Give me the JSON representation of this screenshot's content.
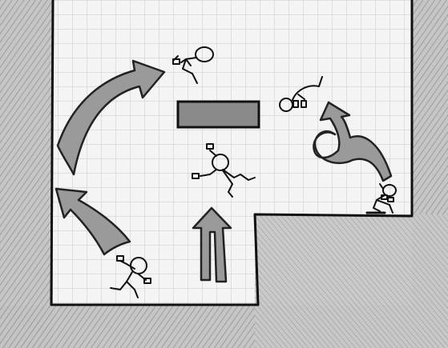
{
  "figure": {
    "kind": "hand-drawn level sketch on graph paper",
    "colors": {
      "paper": "#f4f4f4",
      "grid": "#c9c9c9",
      "ink": "#111111",
      "hatch_fill": "#bdbdbd",
      "platform_fill": "#8a8a8a",
      "arrow_fill": "#9a9a9a"
    },
    "elements": [
      "left-wall",
      "right-wall",
      "floor",
      "raised-ledge",
      "floating-platform",
      "jump-arrow-left-upper",
      "jump-arrow-left-lower",
      "jump-arrow-center-up",
      "flip-arrow-right",
      "stick-figure-running-bottom-left",
      "stick-figure-jumping-top",
      "stick-figure-mid-air-center",
      "stick-figure-flipping-right",
      "stick-figure-crouching-ledge"
    ]
  }
}
